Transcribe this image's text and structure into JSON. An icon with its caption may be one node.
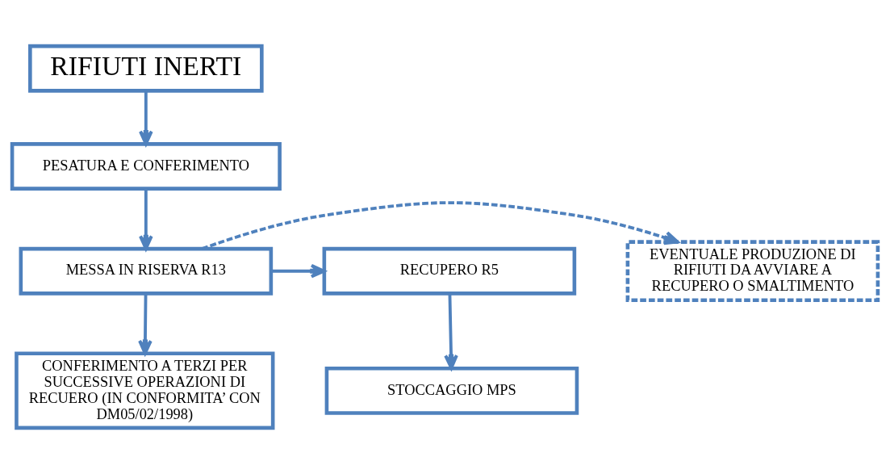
{
  "diagram": {
    "nodes": [
      {
        "text": [
          "RIFIUTI INERTI"
        ]
      },
      {
        "text": [
          "PESATURA E CONFERIMENTO"
        ]
      },
      {
        "text": [
          "EVENTUALE PRODUZIONE DI RIFIUTI DA AVVIARE A RECUPERO O SMALTIMENTO"
        ]
      },
      {
        "text": [
          "MESSA IN RISERVA R13"
        ]
      },
      {
        "text": [
          "RECUPERO R5"
        ]
      },
      {
        "text": [
          "CONFERIMENTO A TERZI PER SUCCESSIVE OPERAZIONI DI RECUERO (IN CONFORMITA’ CON DM05/02/1998)"
        ]
      },
      {
        "text": [
          "STOCCAGGIO MPS"
        ]
      }
    ],
    "edges": [
      {
        "from": 0,
        "to": 1,
        "arrow": "to"
      },
      {
        "from": 1,
        "to": 3,
        "arrow": "to"
      },
      {
        "from": 3,
        "to": 2,
        "arrow": "to",
        "style": "dashed"
      },
      {
        "from": 3,
        "to": 4,
        "arrow": "to"
      },
      {
        "from": 3,
        "to": 5,
        "arrow": "to"
      },
      {
        "from": 4,
        "to": 6,
        "arrow": "to"
      }
    ]
  }
}
